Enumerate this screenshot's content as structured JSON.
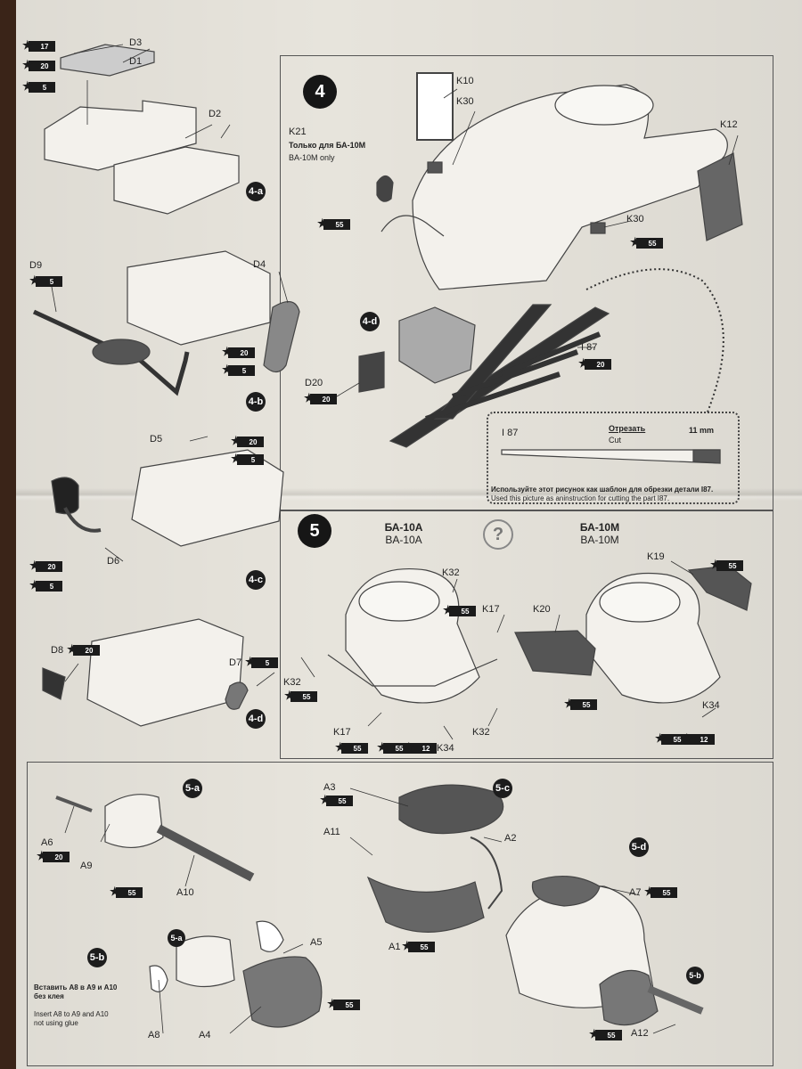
{
  "steps": {
    "s4": "4",
    "s5": "5"
  },
  "badges": {
    "b4a": "4-a",
    "b4b": "4-b",
    "b4c": "4-c",
    "b4d_top": "4-d",
    "b4d_bottom": "4-d",
    "b5a": "5-a",
    "b5b": "5-b",
    "b5c": "5-c",
    "b5d": "5-d",
    "b5a_small": "5-a",
    "b5b_small": "5-b"
  },
  "parts": {
    "d3": "D3",
    "d1": "D1",
    "d2": "D2",
    "d9": "D9",
    "d4": "D4",
    "d5": "D5",
    "d6": "D6",
    "d8": "D8",
    "d7": "D7",
    "d20": "D20",
    "k10": "K10",
    "k30a": "K30",
    "k21": "K21",
    "k12": "K12",
    "k30b": "K30",
    "i87": "I 87",
    "i87b": "I 87",
    "k32a": "K32",
    "k17a": "K17",
    "k32b": "K32",
    "k17b": "K17",
    "k34a": "K34",
    "k32c": "K32",
    "k19": "K19",
    "k20": "K20",
    "k34b": "K34",
    "a6": "A6",
    "a9": "A9",
    "a10": "A10",
    "a3": "A3",
    "a11": "A11",
    "a2": "A2",
    "a1": "A1",
    "a7": "A7",
    "a5": "A5",
    "a4": "A4",
    "a8": "A8",
    "a12": "A12"
  },
  "tags": {
    "t17": "17",
    "t20a": "20",
    "t5a": "5",
    "t5_d9": "5",
    "t20_d4": "20",
    "t5_d4": "5",
    "t20_d5": "20",
    "t5_d5": "5",
    "t20_d6": "20",
    "t5_d6": "5",
    "t20_d8": "20",
    "t5_d7": "5",
    "t55_k21": "55",
    "t55_k30": "55",
    "t20_i87": "20",
    "t20_d20": "20",
    "t55_k32a": "55",
    "t55_k32b": "55",
    "t55_k17": "55",
    "t12_k34": "12",
    "t55_k32c": "55",
    "t55_k19": "55",
    "t55_k20": "55",
    "t55_k34": "55",
    "t12_k34b": "12",
    "t20_a6": "20",
    "t55_a9": "55",
    "t55_a3": "55",
    "t55_a1": "55",
    "t55_a7": "55",
    "t55_a4": "55",
    "t55_a12": "55"
  },
  "notes": {
    "k21_ru": "Только для БА-10М",
    "k21_en": "BA-10M only",
    "cut_ru": "Отрезать",
    "cut_en": "Cut",
    "cut_mm": "11 mm",
    "template_ru": "Используйте этот рисунок как шаблон для обрезки детали I87.",
    "template_en": "Used this picture as aninstruction for cutting the part I87.",
    "glue_ru_1": "Вставить A8 в A9 и A10",
    "glue_ru_2": "без клея",
    "glue_en_1": "Insert A8 to A9 and A10",
    "glue_en_2": "not using glue"
  },
  "models": {
    "left_ru": "БА-10А",
    "left_en": "BA-10A",
    "right_ru": "БА-10М",
    "right_en": "BA-10M",
    "question": "?"
  }
}
